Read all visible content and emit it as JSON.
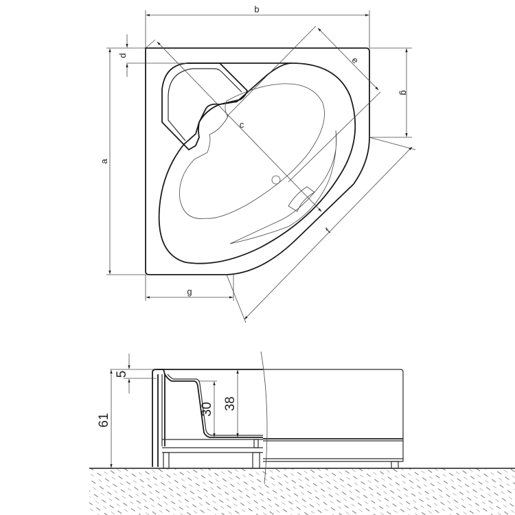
{
  "top_view": {
    "dimension_labels": {
      "a": "a",
      "b": "b",
      "c": "c",
      "d": "d",
      "e": "e",
      "f": "f",
      "g_right": "g",
      "g_bottom": "g"
    }
  },
  "side_view": {
    "dimension_labels": {
      "rim": "5",
      "seat_depth": "30",
      "water_depth": "38",
      "total_height": "61"
    }
  },
  "colors": {
    "line": "#1a1a1a",
    "background": "#ffffff",
    "hatch": "#555555"
  }
}
